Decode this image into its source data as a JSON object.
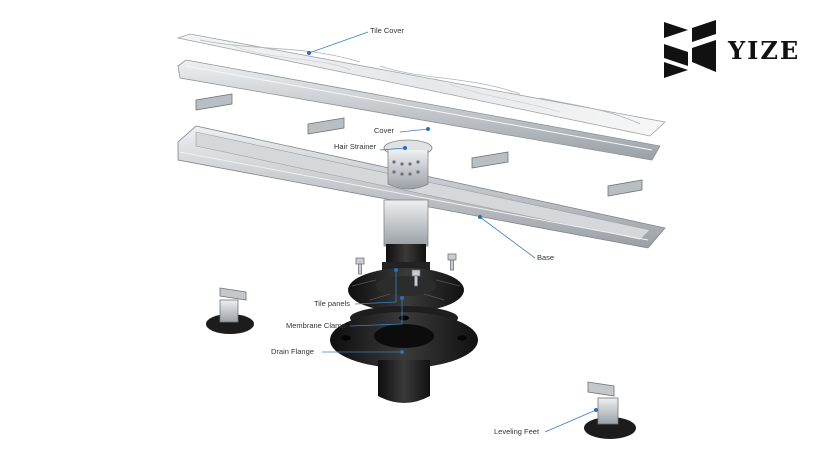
{
  "brand": {
    "name": "YIZE",
    "logo_icon": "yize-cube-logo-icon"
  },
  "labels": {
    "tile_cover": "Tile Cover",
    "cover": "Cover",
    "hair_strainer": "Hair Strainer",
    "base": "Base",
    "tile_panels": "Tile panels",
    "membrane_clamp": "Membrane Clamp",
    "drain_flange": "Drain Flange",
    "leveling_feet": "Leveling Feet"
  },
  "colors": {
    "leader_line": "#3a7fc0",
    "dot": "#2a6fb8",
    "steel": "#c9cdd1",
    "black_part": "#1c1c1c"
  }
}
